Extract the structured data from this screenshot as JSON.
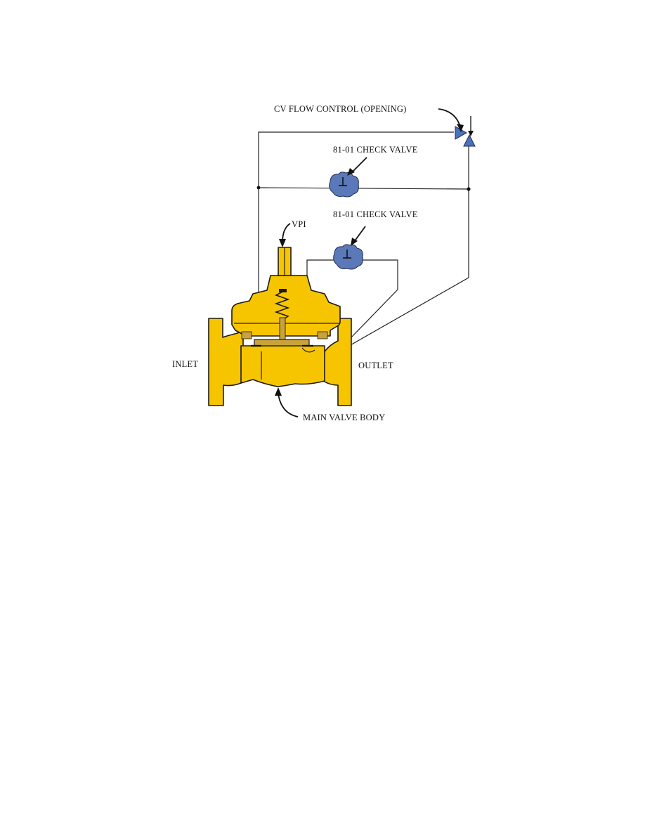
{
  "colors": {
    "main_body": "#F7C500",
    "check_valve": "#5B79B8",
    "flow_control": "#4A72B8",
    "pipe": "#222222",
    "cover_shadow": "#C8A33A"
  },
  "labels": {
    "flow_control": "CV FLOW CONTROL (OPENING)",
    "check_valve_upper": "81-01 CHECK VALVE",
    "check_valve_lower": "81-01 CHECK VALVE",
    "vpi": "VPI",
    "inlet": "INLET",
    "outlet": "OUTLET",
    "main_valve_body": "MAIN VALVE BODY"
  }
}
